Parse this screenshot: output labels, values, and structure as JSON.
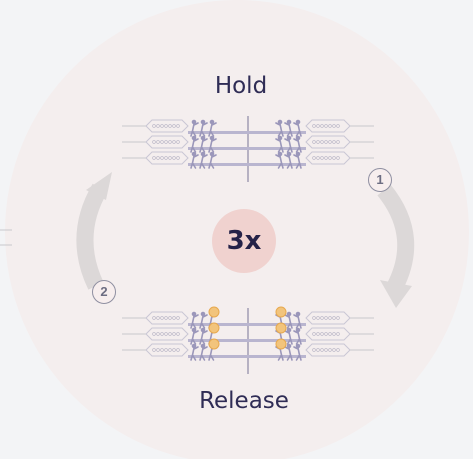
{
  "labels": {
    "hold": "Hold",
    "release": "Release",
    "multiplier": "3x"
  },
  "steps": [
    "1",
    "2"
  ],
  "figures": {
    "rows_per_group": 3,
    "people_per_side": 3,
    "release_coins_per_side": 3
  },
  "colors": {
    "circle": "#f4eeee",
    "page": "#f3f4f6",
    "figure": "#9b97ba",
    "bar": "#b9b5cf",
    "chain": "#c8c8cc",
    "arrow": "#dcd8d8",
    "coin": "#f2c47c",
    "multiplier_bg": "#f0d2cf",
    "text": "#2f2c55"
  }
}
